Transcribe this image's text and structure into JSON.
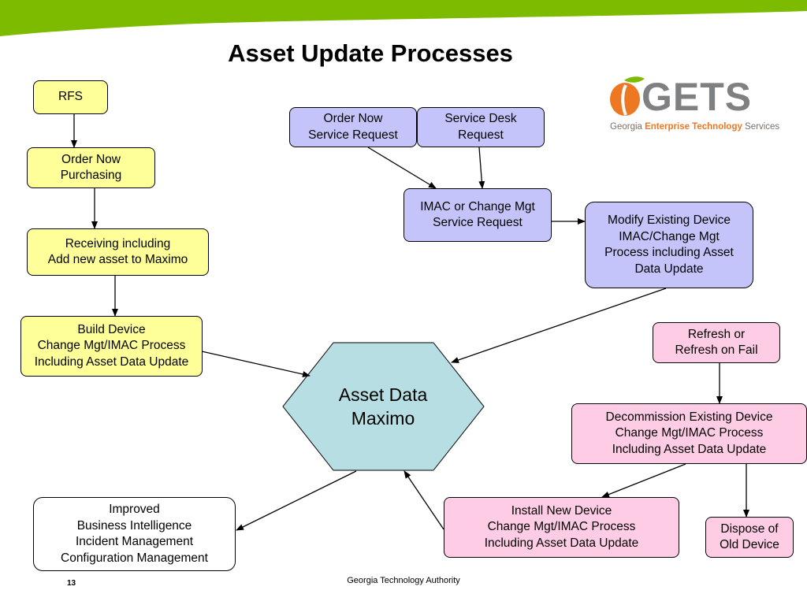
{
  "title": "Asset Update Processes",
  "colors": {
    "band_green": "#7dbb00",
    "yellow_box": "#ffff99",
    "purple_box": "#c4c4fa",
    "pink_box": "#ffcce6",
    "hexagon": "#b7dfe3",
    "logo_orange": "#ee7722",
    "logo_gray": "#7f8081"
  },
  "logo": {
    "wordmark": "GETS",
    "tagline_pre": "Georgia ",
    "tagline_accent": "Enterprise Technology",
    "tagline_post": " Services"
  },
  "boxes": {
    "rfs": [
      "RFS"
    ],
    "order_now_purchasing": [
      "Order Now",
      "Purchasing"
    ],
    "receiving": [
      "Receiving including",
      "Add new asset to Maximo"
    ],
    "build_device": [
      "Build Device",
      "Change Mgt/IMAC Process",
      "Including Asset Data Update"
    ],
    "order_now_service_request": [
      "Order Now",
      "Service Request"
    ],
    "service_desk_request": [
      "Service Desk",
      "Request"
    ],
    "imac_change_mgt": [
      "IMAC or Change Mgt",
      "Service Request"
    ],
    "modify_existing_device": [
      "Modify Existing Device",
      "IMAC/Change Mgt",
      "Process including Asset",
      "Data Update"
    ],
    "refresh": [
      "Refresh or",
      "Refresh on Fail"
    ],
    "decommission": [
      "Decommission Existing Device",
      "Change Mgt/IMAC Process",
      "Including Asset Data Update"
    ],
    "install_new_device": [
      "Install New Device",
      "Change Mgt/IMAC Process",
      "Including Asset Data Update"
    ],
    "dispose": [
      "Dispose of",
      "Old Device"
    ],
    "improved_bi": [
      "Improved",
      "Business Intelligence",
      "Incident Management",
      "Configuration Management"
    ]
  },
  "hub": [
    "Asset Data",
    "Maximo"
  ],
  "footer": {
    "center": "Georgia Technology Authority",
    "page": "13"
  }
}
